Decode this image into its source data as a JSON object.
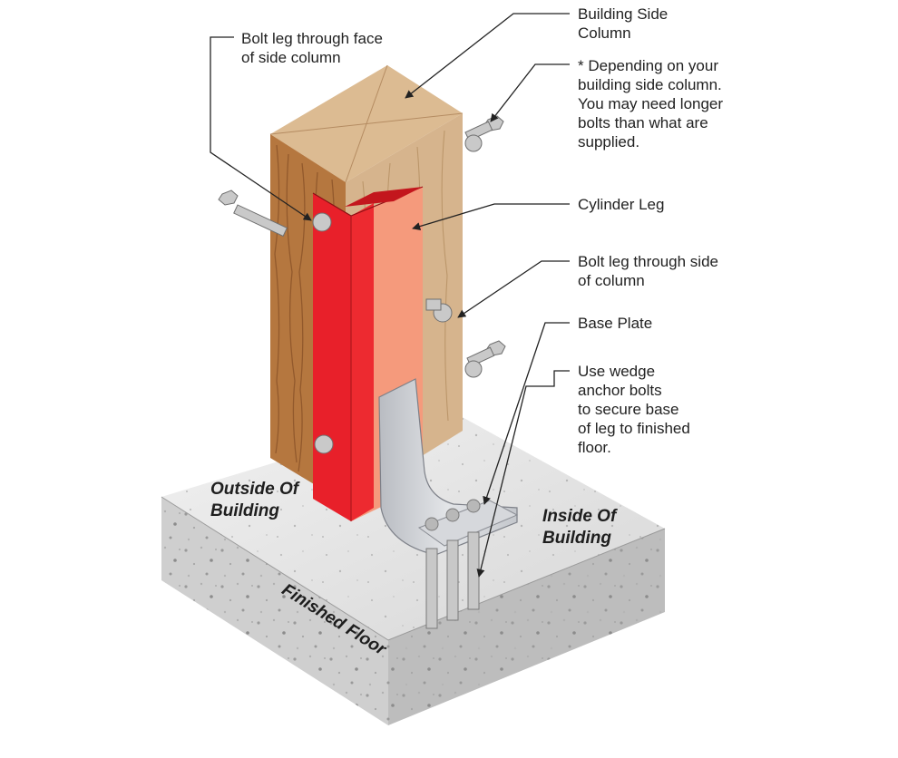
{
  "callouts": {
    "bolt_face": [
      "Bolt leg through face",
      "of side column"
    ],
    "building_column": [
      "Building Side",
      "Column"
    ],
    "depending_note": [
      "* Depending on your",
      "building side column.",
      "You may need longer",
      "bolts than what are",
      "supplied."
    ],
    "cylinder_leg": [
      "Cylinder Leg"
    ],
    "bolt_side": [
      "Bolt leg through side",
      "of column"
    ],
    "base_plate": [
      "Base Plate"
    ],
    "wedge_anchor": [
      "Use wedge",
      "anchor bolts",
      "to secure base",
      "of leg to finished",
      "floor."
    ]
  },
  "zones": {
    "outside": [
      "Outside Of",
      "Building"
    ],
    "inside": [
      "Inside Of",
      "Building"
    ],
    "floor": "Finished Floor"
  },
  "colors": {
    "wood_light": "#d8b48c",
    "wood_dark": "#a8693a",
    "leg_red": "#e8202a",
    "leg_salmon": "#f59a7c",
    "concrete": "#d9d9d9",
    "plate": "#c9cbd0"
  }
}
